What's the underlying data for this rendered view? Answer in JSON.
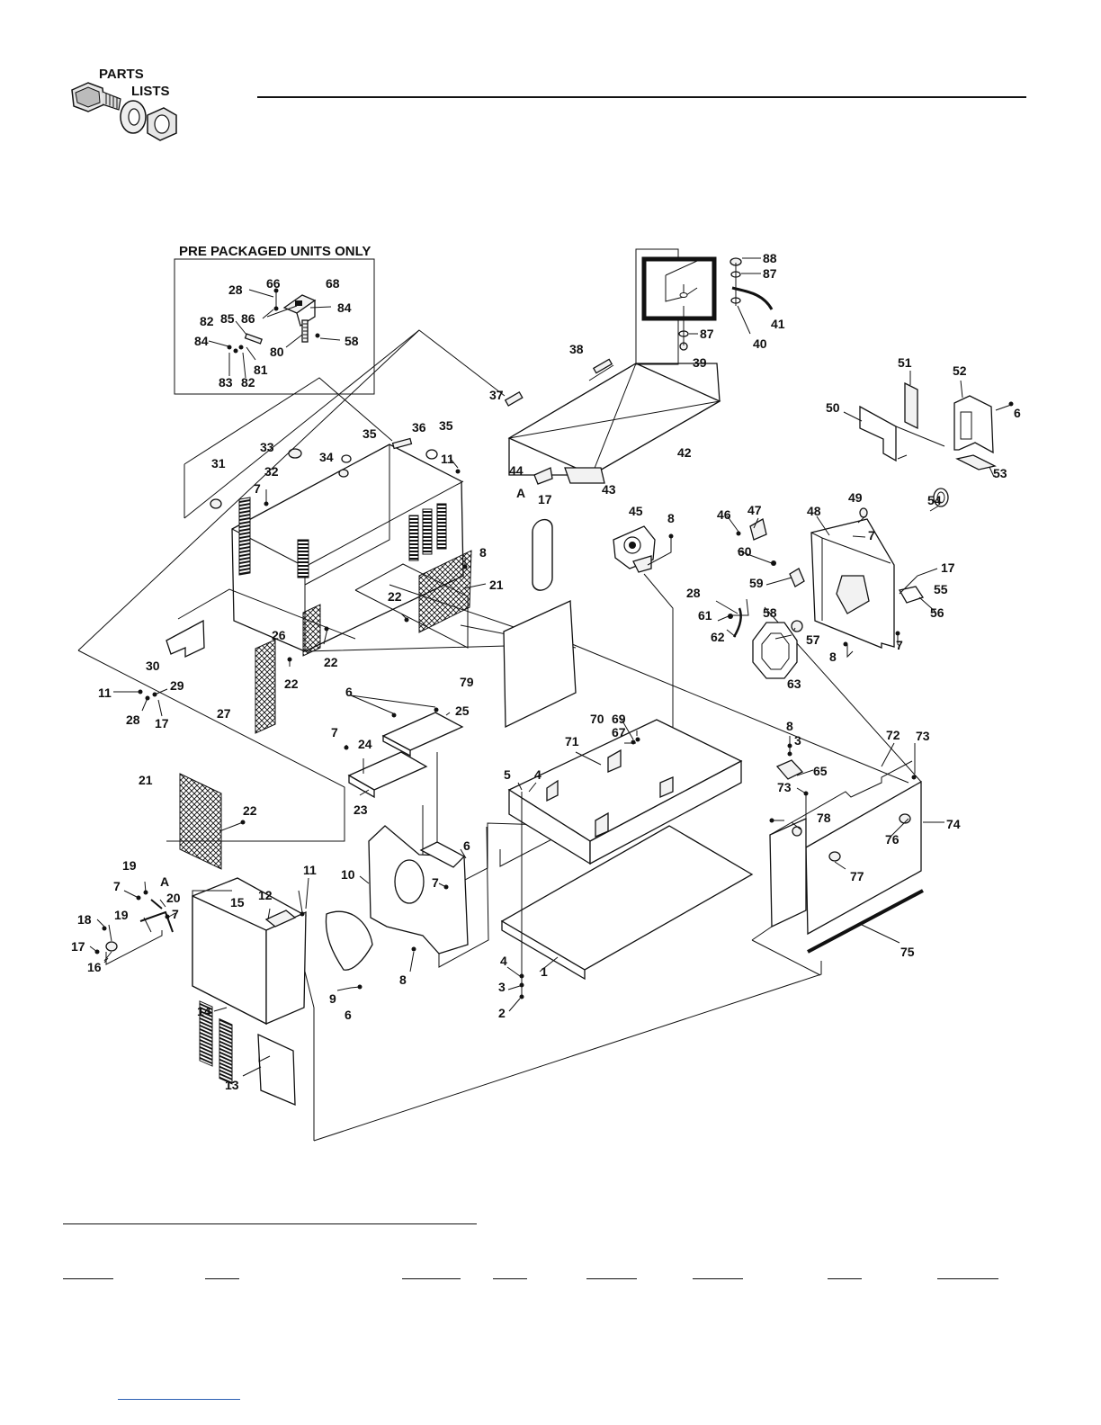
{
  "logo": {
    "line1": "PARTS",
    "line2": "LISTS",
    "icon": "bolt-washer-nut-icon"
  },
  "inset": {
    "title": "PRE PACKAGED UNITS ONLY"
  },
  "callouts": [
    {
      "id": "c-28a",
      "text": "28"
    },
    {
      "id": "c-66",
      "text": "66"
    },
    {
      "id": "c-68",
      "text": "68"
    },
    {
      "id": "c-84a",
      "text": "84"
    },
    {
      "id": "c-82a",
      "text": "82"
    },
    {
      "id": "c-85",
      "text": "85"
    },
    {
      "id": "c-86",
      "text": "86"
    },
    {
      "id": "c-84b",
      "text": "84"
    },
    {
      "id": "c-80",
      "text": "80"
    },
    {
      "id": "c-58a",
      "text": "58"
    },
    {
      "id": "c-81",
      "text": "81"
    },
    {
      "id": "c-83",
      "text": "83"
    },
    {
      "id": "c-82b",
      "text": "82"
    },
    {
      "id": "c-88",
      "text": "88"
    },
    {
      "id": "c-87a",
      "text": "87"
    },
    {
      "id": "c-41",
      "text": "41"
    },
    {
      "id": "c-87b",
      "text": "87"
    },
    {
      "id": "c-40",
      "text": "40"
    },
    {
      "id": "c-39",
      "text": "39"
    },
    {
      "id": "c-38",
      "text": "38"
    },
    {
      "id": "c-37",
      "text": "37"
    },
    {
      "id": "c-42",
      "text": "42"
    },
    {
      "id": "c-44",
      "text": "44"
    },
    {
      "id": "c-A1",
      "text": "A"
    },
    {
      "id": "c-17a",
      "text": "17"
    },
    {
      "id": "c-43",
      "text": "43"
    },
    {
      "id": "c-51",
      "text": "51"
    },
    {
      "id": "c-52",
      "text": "52"
    },
    {
      "id": "c-50",
      "text": "50"
    },
    {
      "id": "c-6a",
      "text": "6"
    },
    {
      "id": "c-53",
      "text": "53"
    },
    {
      "id": "c-36",
      "text": "36"
    },
    {
      "id": "c-35a",
      "text": "35"
    },
    {
      "id": "c-35b",
      "text": "35"
    },
    {
      "id": "c-33",
      "text": "33"
    },
    {
      "id": "c-34",
      "text": "34"
    },
    {
      "id": "c-11a",
      "text": "11"
    },
    {
      "id": "c-31",
      "text": "31"
    },
    {
      "id": "c-32",
      "text": "32"
    },
    {
      "id": "c-7a",
      "text": "7"
    },
    {
      "id": "c-8a",
      "text": "8"
    },
    {
      "id": "c-21a",
      "text": "21"
    },
    {
      "id": "c-22a",
      "text": "22"
    },
    {
      "id": "c-26",
      "text": "26"
    },
    {
      "id": "c-22b",
      "text": "22"
    },
    {
      "id": "c-30",
      "text": "30"
    },
    {
      "id": "c-22c",
      "text": "22"
    },
    {
      "id": "c-11b",
      "text": "11"
    },
    {
      "id": "c-29",
      "text": "29"
    },
    {
      "id": "c-28b",
      "text": "28"
    },
    {
      "id": "c-17b",
      "text": "17"
    },
    {
      "id": "c-27",
      "text": "27"
    },
    {
      "id": "c-45",
      "text": "45"
    },
    {
      "id": "c-8b",
      "text": "8"
    },
    {
      "id": "c-46",
      "text": "46"
    },
    {
      "id": "c-47",
      "text": "47"
    },
    {
      "id": "c-48",
      "text": "48"
    },
    {
      "id": "c-49",
      "text": "49"
    },
    {
      "id": "c-7b",
      "text": "7"
    },
    {
      "id": "c-54",
      "text": "54"
    },
    {
      "id": "c-60",
      "text": "60"
    },
    {
      "id": "c-17c",
      "text": "17"
    },
    {
      "id": "c-59",
      "text": "59"
    },
    {
      "id": "c-55",
      "text": "55"
    },
    {
      "id": "c-28c",
      "text": "28"
    },
    {
      "id": "c-56",
      "text": "56"
    },
    {
      "id": "c-61",
      "text": "61"
    },
    {
      "id": "c-58b",
      "text": "58"
    },
    {
      "id": "c-57",
      "text": "57"
    },
    {
      "id": "c-62",
      "text": "62"
    },
    {
      "id": "c-7c",
      "text": "7"
    },
    {
      "id": "c-8c",
      "text": "8"
    },
    {
      "id": "c-63",
      "text": "63"
    },
    {
      "id": "c-79",
      "text": "79"
    },
    {
      "id": "c-6b",
      "text": "6"
    },
    {
      "id": "c-25",
      "text": "25"
    },
    {
      "id": "c-7d",
      "text": "7"
    },
    {
      "id": "c-24",
      "text": "24"
    },
    {
      "id": "c-23",
      "text": "23"
    },
    {
      "id": "c-69",
      "text": "69"
    },
    {
      "id": "c-70",
      "text": "70"
    },
    {
      "id": "c-67",
      "text": "67"
    },
    {
      "id": "c-71",
      "text": "71"
    },
    {
      "id": "c-5",
      "text": "5"
    },
    {
      "id": "c-4a",
      "text": "4"
    },
    {
      "id": "c-8d",
      "text": "8"
    },
    {
      "id": "c-3a",
      "text": "3"
    },
    {
      "id": "c-65",
      "text": "65"
    },
    {
      "id": "c-72",
      "text": "72"
    },
    {
      "id": "c-73a",
      "text": "73"
    },
    {
      "id": "c-73b",
      "text": "73"
    },
    {
      "id": "c-78",
      "text": "78"
    },
    {
      "id": "c-74",
      "text": "74"
    },
    {
      "id": "c-76",
      "text": "76"
    },
    {
      "id": "c-77",
      "text": "77"
    },
    {
      "id": "c-75",
      "text": "75"
    },
    {
      "id": "c-21b",
      "text": "21"
    },
    {
      "id": "c-22d",
      "text": "22"
    },
    {
      "id": "c-19a",
      "text": "19"
    },
    {
      "id": "c-7e",
      "text": "7"
    },
    {
      "id": "c-A2",
      "text": "A"
    },
    {
      "id": "c-20",
      "text": "20"
    },
    {
      "id": "c-11c",
      "text": "11"
    },
    {
      "id": "c-18",
      "text": "18"
    },
    {
      "id": "c-19b",
      "text": "19"
    },
    {
      "id": "c-7f",
      "text": "7"
    },
    {
      "id": "c-15",
      "text": "15"
    },
    {
      "id": "c-12",
      "text": "12"
    },
    {
      "id": "c-17d",
      "text": "17"
    },
    {
      "id": "c-16",
      "text": "16"
    },
    {
      "id": "c-14",
      "text": "14"
    },
    {
      "id": "c-13",
      "text": "13"
    },
    {
      "id": "c-10",
      "text": "10"
    },
    {
      "id": "c-6c",
      "text": "6"
    },
    {
      "id": "c-7g",
      "text": "7"
    },
    {
      "id": "c-9",
      "text": "9"
    },
    {
      "id": "c-8e",
      "text": "8"
    },
    {
      "id": "c-6d",
      "text": "6"
    },
    {
      "id": "c-4b",
      "text": "4"
    },
    {
      "id": "c-1",
      "text": "1"
    },
    {
      "id": "c-3b",
      "text": "3"
    },
    {
      "id": "c-2",
      "text": "2"
    }
  ]
}
